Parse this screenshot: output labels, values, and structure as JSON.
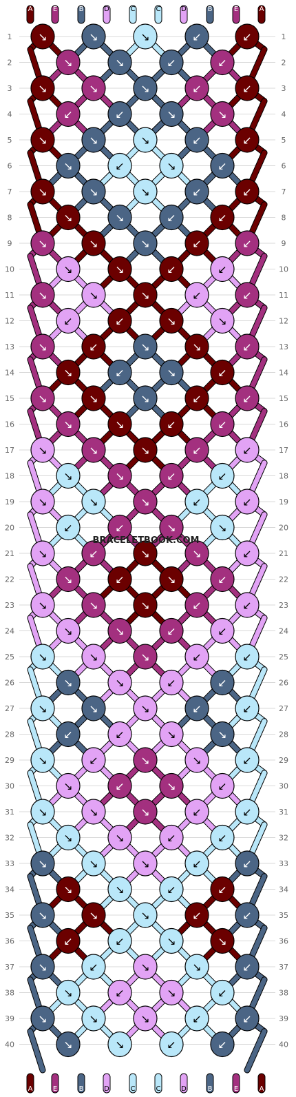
{
  "watermark": "BRACELETBOOK.COM",
  "colors": {
    "A": "#6b0000",
    "E": "#a3307f",
    "B": "#4b6585",
    "D": "#e2a3f5",
    "C": "#b9e7f9"
  },
  "strands_top": [
    "A",
    "E",
    "B",
    "D",
    "C",
    "C",
    "D",
    "B",
    "E",
    "A"
  ],
  "strands_bottom": [
    "A",
    "E",
    "B",
    "D",
    "C",
    "C",
    "D",
    "B",
    "E",
    "A"
  ],
  "row_numbers": [
    "1",
    "2",
    "3",
    "4",
    "5",
    "6",
    "7",
    "8",
    "9",
    "10",
    "11",
    "12",
    "13",
    "14",
    "15",
    "16",
    "17",
    "18",
    "19",
    "20",
    "21",
    "22",
    "23",
    "24",
    "25",
    "26",
    "27",
    "28",
    "29",
    "30",
    "31",
    "32",
    "33",
    "34",
    "35",
    "36",
    "37",
    "38",
    "39",
    "40"
  ],
  "knots": [
    [
      "A",
      "B",
      "C",
      "B",
      "A"
    ],
    [
      "E",
      "B",
      "B",
      "E"
    ],
    [
      "A",
      "E",
      "B",
      "E",
      "A"
    ],
    [
      "E",
      "B",
      "B",
      "E"
    ],
    [
      "A",
      "B",
      "C",
      "B",
      "A"
    ],
    [
      "B",
      "C",
      "C",
      "B"
    ],
    [
      "A",
      "B",
      "C",
      "B",
      "A"
    ],
    [
      "A",
      "B",
      "B",
      "A"
    ],
    [
      "E",
      "A",
      "B",
      "A",
      "E"
    ],
    [
      "D",
      "A",
      "A",
      "D"
    ],
    [
      "E",
      "D",
      "A",
      "D",
      "E"
    ],
    [
      "D",
      "A",
      "A",
      "D"
    ],
    [
      "E",
      "A",
      "B",
      "A",
      "E"
    ],
    [
      "A",
      "B",
      "B",
      "A"
    ],
    [
      "E",
      "A",
      "B",
      "A",
      "E"
    ],
    [
      "E",
      "A",
      "A",
      "E"
    ],
    [
      "D",
      "E",
      "A",
      "E",
      "D"
    ],
    [
      "C",
      "E",
      "E",
      "C"
    ],
    [
      "D",
      "C",
      "E",
      "C",
      "D"
    ],
    [
      "C",
      "E",
      "E",
      "C"
    ],
    [
      "D",
      "E",
      "A",
      "E",
      "D"
    ],
    [
      "E",
      "A",
      "A",
      "E"
    ],
    [
      "D",
      "E",
      "A",
      "E",
      "D"
    ],
    [
      "D",
      "E",
      "E",
      "D"
    ],
    [
      "C",
      "D",
      "E",
      "D",
      "C"
    ],
    [
      "B",
      "D",
      "D",
      "B"
    ],
    [
      "C",
      "B",
      "D",
      "B",
      "C"
    ],
    [
      "B",
      "D",
      "D",
      "B"
    ],
    [
      "C",
      "D",
      "E",
      "D",
      "C"
    ],
    [
      "D",
      "E",
      "E",
      "D"
    ],
    [
      "C",
      "D",
      "E",
      "D",
      "C"
    ],
    [
      "C",
      "D",
      "D",
      "C"
    ],
    [
      "B",
      "C",
      "D",
      "C",
      "B"
    ],
    [
      "A",
      "C",
      "C",
      "A"
    ],
    [
      "B",
      "A",
      "C",
      "A",
      "B"
    ],
    [
      "A",
      "C",
      "C",
      "A"
    ],
    [
      "B",
      "C",
      "D",
      "C",
      "B"
    ],
    [
      "C",
      "D",
      "D",
      "C"
    ],
    [
      "B",
      "C",
      "D",
      "C",
      "B"
    ],
    [
      "B",
      "C",
      "C",
      "B"
    ]
  ],
  "arrows": [
    [
      "↘",
      "↘",
      "↘",
      "↙",
      "↙"
    ],
    [
      "↘",
      "↘",
      "↙",
      "↙"
    ],
    [
      "↘",
      "↘",
      "↘",
      "↙",
      "↙"
    ],
    [
      "↙",
      "↙",
      "↘",
      "↘"
    ],
    [
      "↘",
      "↘",
      "↘",
      "↙",
      "↙"
    ],
    [
      "↘",
      "↙",
      "↘",
      "↙"
    ],
    [
      "↘",
      "↘",
      "↘",
      "↙",
      "↙"
    ],
    [
      "↘",
      "↘",
      "↙",
      "↙"
    ],
    [
      "↘",
      "↘",
      "↘",
      "↙",
      "↙"
    ],
    [
      "↘",
      "↘",
      "↙",
      "↙"
    ],
    [
      "↘",
      "↘",
      "↘",
      "↙",
      "↙"
    ],
    [
      "↙",
      "↙",
      "↘",
      "↘"
    ],
    [
      "↘",
      "↙",
      "↘",
      "↘",
      "↙"
    ],
    [
      "↘",
      "↙",
      "↘",
      "↙"
    ],
    [
      "↘",
      "↘",
      "↘",
      "↙",
      "↙"
    ],
    [
      "↘",
      "↘",
      "↙",
      "↙"
    ],
    [
      "↘",
      "↘",
      "↘",
      "↙",
      "↙"
    ],
    [
      "↘",
      "↘",
      "↙",
      "↙"
    ],
    [
      "↘",
      "↘",
      "↘",
      "↙",
      "↙"
    ],
    [
      "↙",
      "↙",
      "↘",
      "↘"
    ],
    [
      "↘",
      "↙",
      "↘",
      "↘",
      "↙"
    ],
    [
      "↘",
      "↙",
      "↘",
      "↙"
    ],
    [
      "↘",
      "↘",
      "↘",
      "↙",
      "↙"
    ],
    [
      "↘",
      "↘",
      "↙",
      "↙"
    ],
    [
      "↘",
      "↘",
      "↘",
      "↙",
      "↙"
    ],
    [
      "↘",
      "↘",
      "↙",
      "↙"
    ],
    [
      "↘",
      "↘",
      "↘",
      "↙",
      "↙"
    ],
    [
      "↙",
      "↙",
      "↘",
      "↘"
    ],
    [
      "↘",
      "↙",
      "↘",
      "↘",
      "↙"
    ],
    [
      "↘",
      "↙",
      "↘",
      "↙"
    ],
    [
      "↘",
      "↘",
      "↘",
      "↙",
      "↙"
    ],
    [
      "↘",
      "↘",
      "↙",
      "↙"
    ],
    [
      "↘",
      "↘",
      "↘",
      "↙",
      "↙"
    ],
    [
      "↘",
      "↘",
      "↙",
      "↙"
    ],
    [
      "↘",
      "↘",
      "↘",
      "↙",
      "↙"
    ],
    [
      "↙",
      "↙",
      "↘",
      "↘"
    ],
    [
      "↘",
      "↙",
      "↘",
      "↘",
      "↙"
    ],
    [
      "↘",
      "↙",
      "↘",
      "↙"
    ],
    [
      "↘",
      "↘",
      "↘",
      "↙",
      "↙"
    ],
    [
      "↘",
      "↘",
      "↙",
      "↙"
    ]
  ]
}
